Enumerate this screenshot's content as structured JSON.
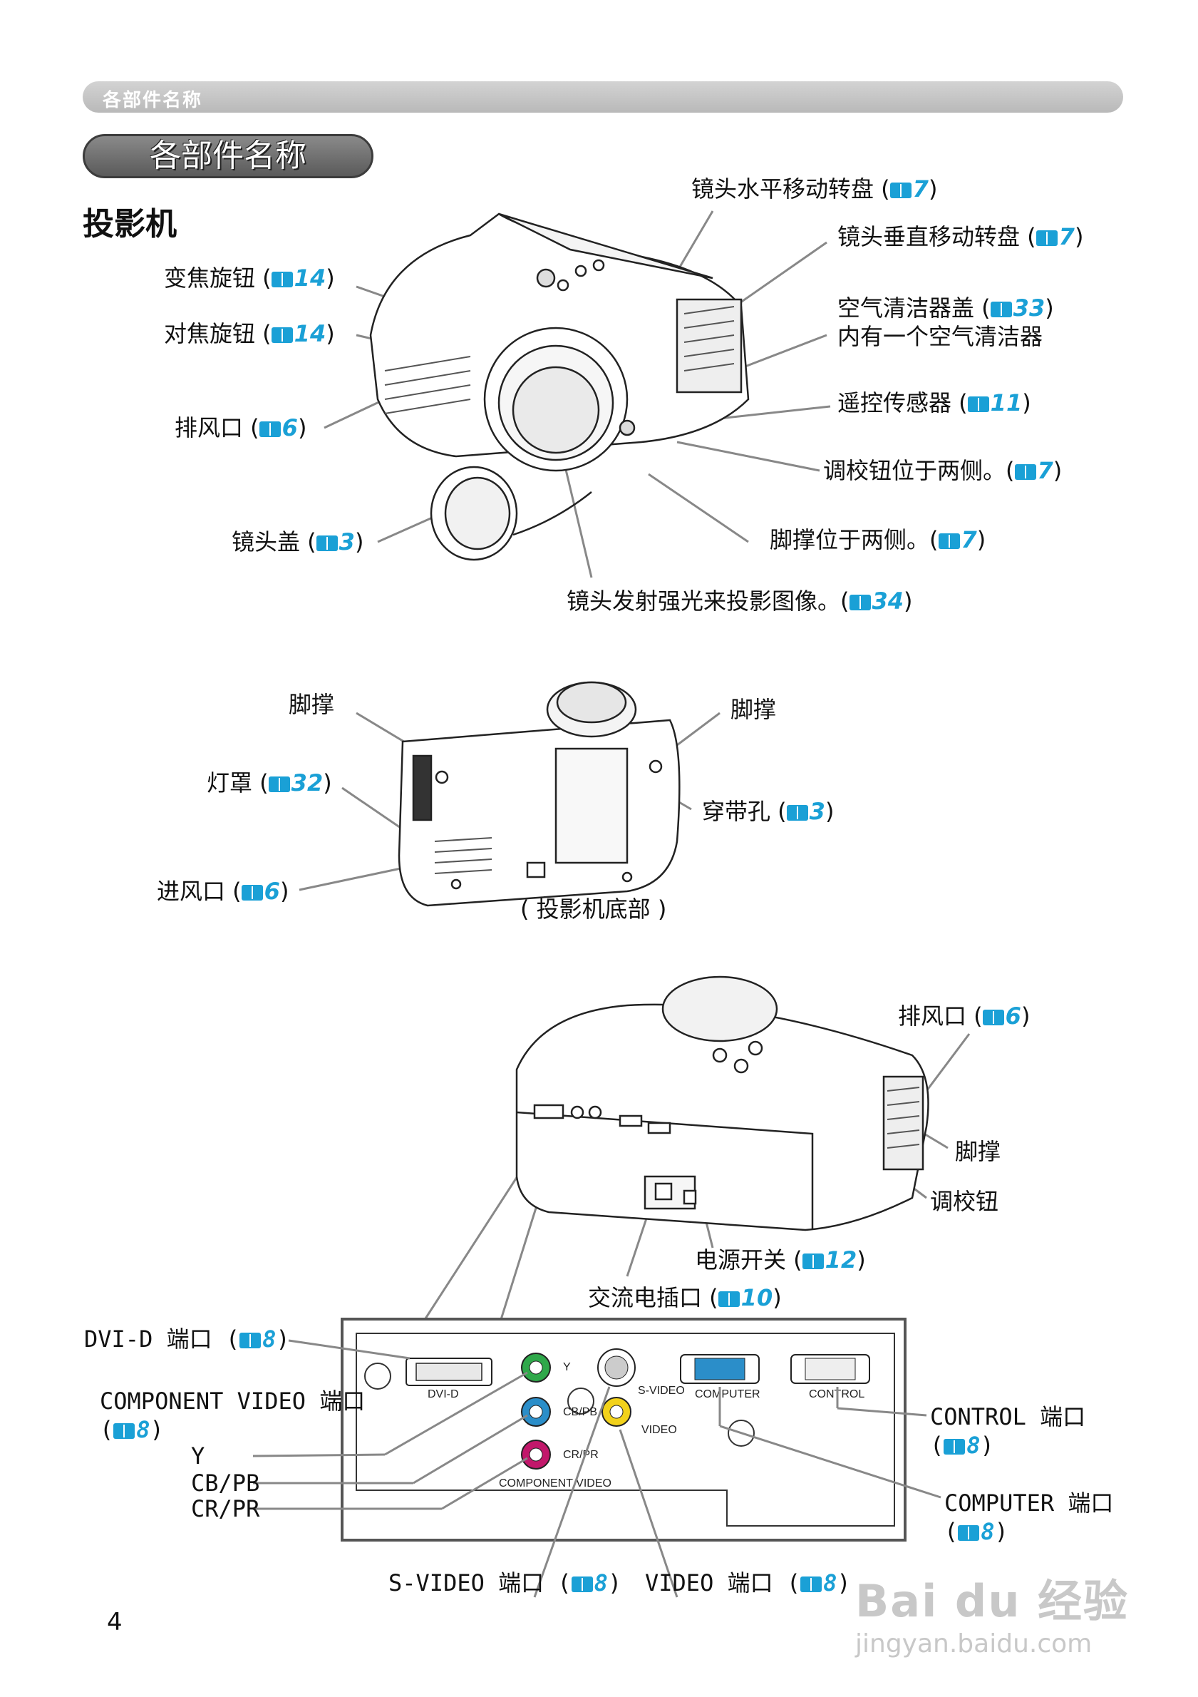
{
  "header": {
    "title": "各部件名称"
  },
  "section": {
    "title": "各部件名称"
  },
  "heading": "投影机",
  "labels": {
    "lens_h_dial": {
      "text": "镜头水平移动转盘 (",
      "ref": "7"
    },
    "lens_v_dial": {
      "text": "镜头垂直移动转盘 (",
      "ref": "7"
    },
    "zoom_ring": {
      "text": "变焦旋钮 (",
      "ref": "14"
    },
    "focus_ring": {
      "text": "对焦旋钮 (",
      "ref": "14"
    },
    "filter_cover": {
      "text": "空气清洁器盖 (",
      "ref": "33",
      "line2": "内有一个空气清洁器"
    },
    "exhaust_vent": {
      "text": "排风口 (",
      "ref": "6"
    },
    "remote_sensor": {
      "text": "遥控传感器 (",
      "ref": "11"
    },
    "adjuster_button": {
      "text": "调校钮位于两侧。(",
      "ref": "7"
    },
    "lens_cap": {
      "text": "镜头盖 (",
      "ref": "3"
    },
    "elevator_feet": {
      "text": "脚撑位于两侧。(",
      "ref": "7"
    },
    "lens": {
      "text": "镜头发射强光来投影图像。(",
      "ref": "34"
    },
    "foot_left": {
      "text": "脚撑"
    },
    "foot_right": {
      "text": "脚撑"
    },
    "lamp_cover": {
      "text": "灯罩 (",
      "ref": "32"
    },
    "strap_hole": {
      "text": "穿带孔 (",
      "ref": "3"
    },
    "intake_vent": {
      "text": "进风口 (",
      "ref": "6"
    },
    "bottom_caption": {
      "text": "( 投影机底部 )"
    },
    "rear_exhaust": {
      "text": "排风口 (",
      "ref": "6"
    },
    "rear_foot": {
      "text": "脚撑"
    },
    "rear_adjuster": {
      "text": "调校钮"
    },
    "power_switch": {
      "text": "电源开关 (",
      "ref": "12"
    },
    "ac_inlet": {
      "text": "交流电插口 (",
      "ref": "10"
    },
    "dvi_port": {
      "text": "DVI-D 端口 (",
      "ref": "8"
    },
    "component_port": {
      "text": "COMPONENT VIDEO 端口",
      "line2": "(",
      "ref": "8"
    },
    "y": {
      "text": "Y"
    },
    "cbpb": {
      "text": "CB/PB"
    },
    "crpr": {
      "text": "CR/PR"
    },
    "control_port": {
      "text": "CONTROL 端口",
      "line2": "(",
      "ref": "8"
    },
    "computer_port": {
      "text": "COMPUTER 端口",
      "line2": "(",
      "ref": "8"
    },
    "svideo_port": {
      "text": "S-VIDEO 端口 (",
      "ref": "8"
    },
    "video_port": {
      "text": "VIDEO 端口 (",
      "ref": "8"
    }
  },
  "panel": {
    "dvi": "DVI-D",
    "y": "Y",
    "cb": "CB/PB",
    "cr": "CR/PR",
    "component": "COMPONENT VIDEO",
    "svideo": "S-VIDEO",
    "video": "VIDEO",
    "computer": "COMPUTER",
    "control": "CONTROL"
  },
  "ref_close": ")",
  "page_number": "4",
  "watermark": {
    "brand": "Bai du 经验",
    "url": "jingyan.baidu.com"
  },
  "colors": {
    "ref": "#1aa0d6",
    "component_y": "#2fa84a",
    "component_cb": "#2b8ec9",
    "component_cr": "#c2186b",
    "video": "#f2d21b"
  }
}
